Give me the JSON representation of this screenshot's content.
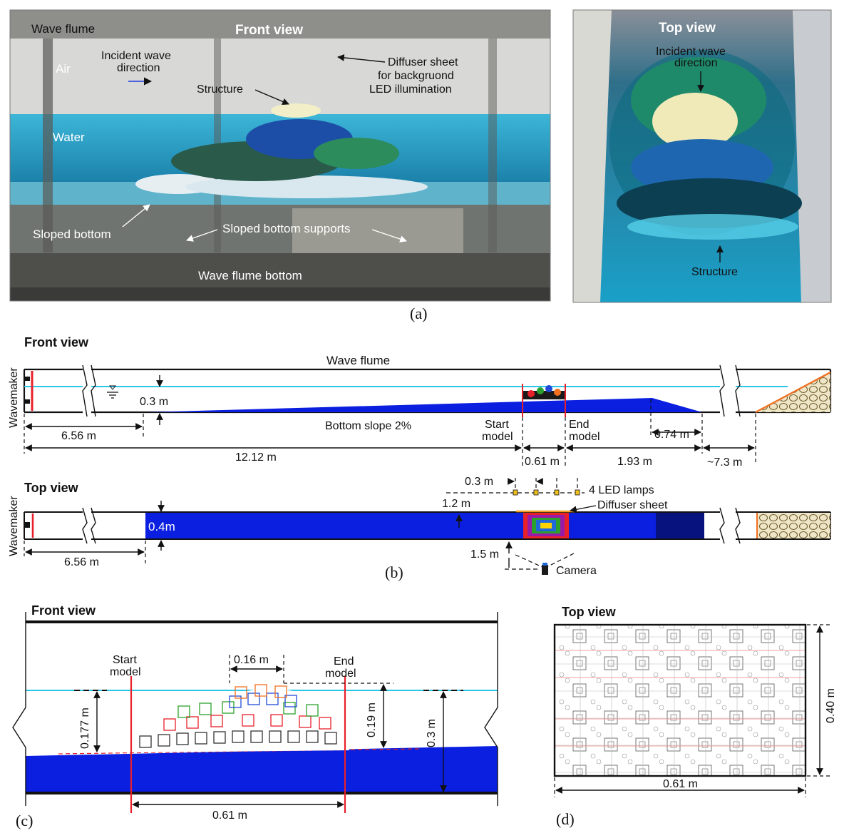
{
  "photo_front": {
    "title": "Front view",
    "labels": {
      "wave_flume": "Wave flume",
      "air": "Air",
      "incident1": "Incident wave",
      "incident2": "direction",
      "diffuser1": "Diffuser sheet",
      "diffuser2": "for backgruond",
      "diffuser3": "LED illumination",
      "structure": "Structure",
      "water": "Water",
      "sloped_bottom": "Sloped bottom",
      "supports": "Sloped bottom supports",
      "flume_bottom": "Wave flume bottom"
    }
  },
  "photo_top": {
    "title": "Top view",
    "incident1": "Incident wave",
    "incident2": "direction",
    "structure": "Structure"
  },
  "panel_labels": {
    "a": "(a)",
    "b": "(b)",
    "c": "(c)",
    "d": "(d)"
  },
  "b_front": {
    "title": "Front view",
    "wavemaker": "Wavemaker",
    "wave_flume": "Wave flume",
    "depth": "0.3 m",
    "bottom_slope": "Bottom slope 2%",
    "start1": "Start",
    "start2": "model",
    "end1": "End",
    "end2": "model",
    "d_656": "6.56 m",
    "d_1212": "12.12 m",
    "d_061": "0.61 m",
    "d_193": "1.93 m",
    "d_074": "0.74 m",
    "d_73": "~7.3 m"
  },
  "b_top": {
    "title": "Top view",
    "wavemaker": "Wavemaker",
    "width": "0.4m",
    "d_656": "6.56 m",
    "d_03": "0.3 m",
    "d_12": "1.2 m",
    "d_15": "1.5 m",
    "led": "4 LED lamps",
    "diffuser": "Diffuser sheet",
    "camera": "Camera"
  },
  "c_front": {
    "title": "Front view",
    "start1": "Start",
    "start2": "model",
    "end1": "End",
    "end2": "model",
    "d_016": "0.16 m",
    "d_0177": "0.177 m",
    "d_019": "0.19 m",
    "d_03": "0.3 m",
    "d_061": "0.61 m"
  },
  "d_top": {
    "title": "Top view",
    "d_040": "0.40 m",
    "d_061": "0.61 m"
  },
  "colors": {
    "water_blue": "#0a1fe0",
    "water_line": "#29c6e8",
    "red_line": "#e8202a",
    "orange_slope": "#f07020",
    "photo_water": "#2aa6c8"
  }
}
